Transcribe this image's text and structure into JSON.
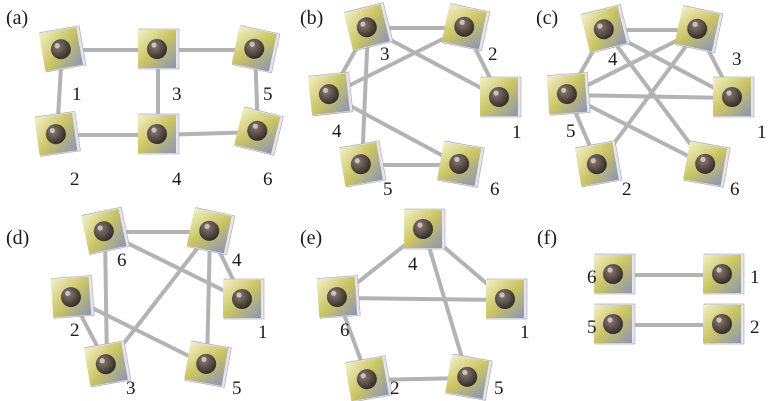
{
  "colors": {
    "edge": "#b3b3b3",
    "tile_light": "#f3f0c8",
    "tile_mid": "#c9c464",
    "tile_dark": "#8c94b6",
    "tile_edge": "#a6a6b8",
    "bead_outer": "#2f2824",
    "bead_inner": "#8a7b70",
    "text": "#1a1a1a"
  },
  "node_icon": "quantum-dot-tile",
  "panels": [
    {
      "label": "(a)",
      "nodes": [
        "1",
        "2",
        "3",
        "4",
        "5",
        "6"
      ],
      "edges": [
        [
          "1",
          "3"
        ],
        [
          "3",
          "5"
        ],
        [
          "1",
          "2"
        ],
        [
          "3",
          "4"
        ],
        [
          "5",
          "6"
        ],
        [
          "2",
          "4"
        ],
        [
          "4",
          "6"
        ]
      ]
    },
    {
      "label": "(b)",
      "nodes": [
        "3",
        "2",
        "4",
        "1",
        "5",
        "6"
      ],
      "edges": [
        [
          "3",
          "2"
        ],
        [
          "3",
          "4"
        ],
        [
          "3",
          "5"
        ],
        [
          "3",
          "1"
        ],
        [
          "2",
          "1"
        ],
        [
          "2",
          "4"
        ],
        [
          "4",
          "6"
        ],
        [
          "5",
          "6"
        ]
      ]
    },
    {
      "label": "(c)",
      "nodes": [
        "4",
        "3",
        "5",
        "1",
        "2",
        "6"
      ],
      "edges": [
        [
          "4",
          "3"
        ],
        [
          "4",
          "5"
        ],
        [
          "4",
          "1"
        ],
        [
          "4",
          "6"
        ],
        [
          "3",
          "5"
        ],
        [
          "3",
          "1"
        ],
        [
          "3",
          "2"
        ],
        [
          "5",
          "1"
        ],
        [
          "5",
          "2"
        ],
        [
          "5",
          "6"
        ]
      ]
    },
    {
      "label": "(d)",
      "nodes": [
        "6",
        "4",
        "2",
        "1",
        "3",
        "5"
      ],
      "edges": [
        [
          "6",
          "4"
        ],
        [
          "6",
          "3"
        ],
        [
          "6",
          "1"
        ],
        [
          "4",
          "1"
        ],
        [
          "4",
          "3"
        ],
        [
          "4",
          "5"
        ],
        [
          "2",
          "3"
        ],
        [
          "2",
          "5"
        ]
      ]
    },
    {
      "label": "(e)",
      "nodes": [
        "4",
        "6",
        "1",
        "2",
        "5"
      ],
      "edges": [
        [
          "4",
          "6"
        ],
        [
          "4",
          "1"
        ],
        [
          "4",
          "5"
        ],
        [
          "6",
          "1"
        ],
        [
          "6",
          "2"
        ],
        [
          "2",
          "5"
        ]
      ]
    },
    {
      "label": "(f)",
      "nodes": [
        "6",
        "1",
        "5",
        "2"
      ],
      "edges": [
        [
          "6",
          "1"
        ],
        [
          "5",
          "2"
        ]
      ]
    }
  ]
}
